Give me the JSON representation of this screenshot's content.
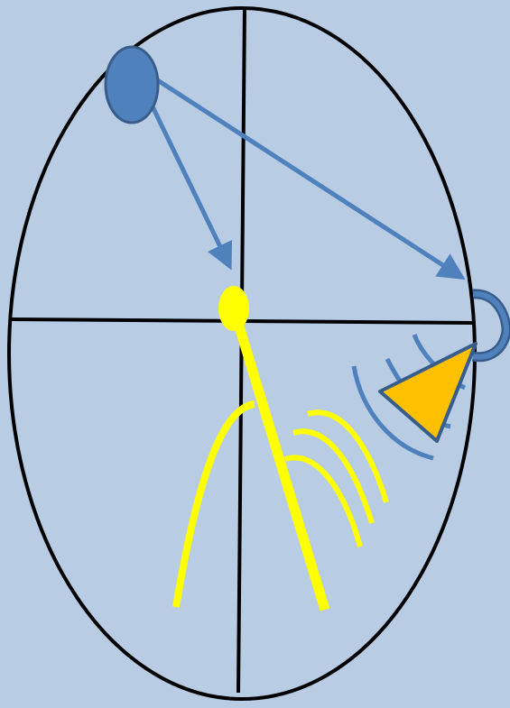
{
  "colors": {
    "background": "#b8cce4",
    "outline": "#000000",
    "arrow_blue": "#4f81bd",
    "source_fill": "#4f81bd",
    "source_stroke": "#385d8a",
    "receiver_stroke": "#385d8a",
    "yellow": "#ffff00",
    "cone_fill": "#ffc000",
    "cone_stroke": "#385d8a"
  },
  "icons": {
    "source": "source-ellipse",
    "target": "target-dot",
    "receiver": "receiver-bracket",
    "emitter": "cone-emitter"
  }
}
